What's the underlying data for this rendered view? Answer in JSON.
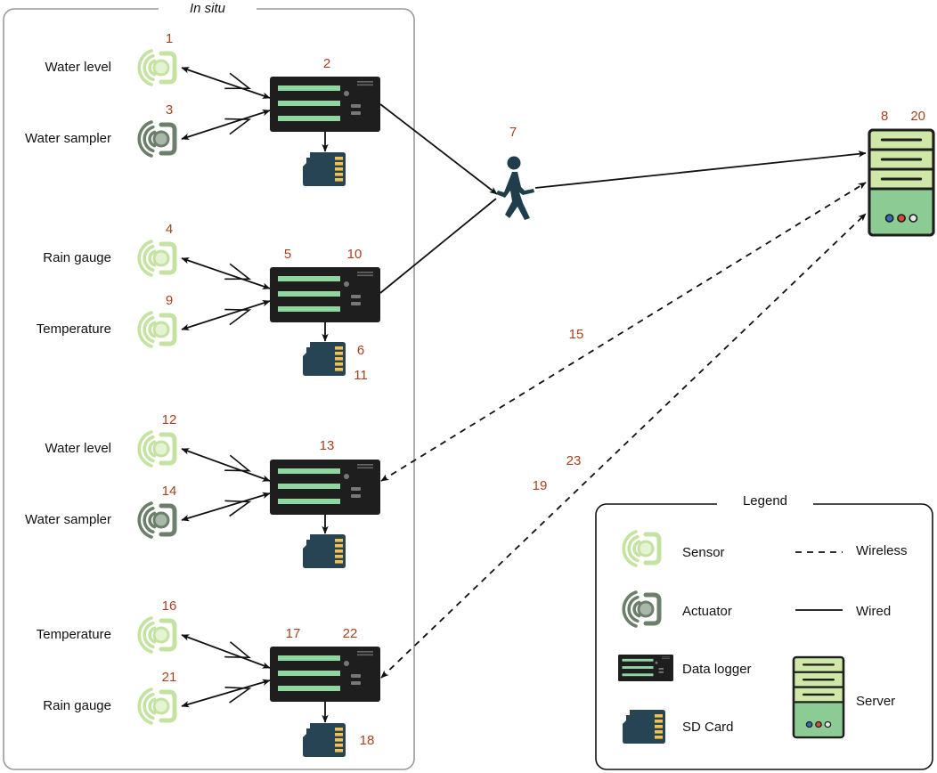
{
  "panel_title": "In situ",
  "colors": {
    "sensor": "#c4e3a0",
    "sensor_core": "#e4f3d2",
    "actuator": "#6b7f6b",
    "actuator_core": "#a9b8a8",
    "logger_body": "#1e1e1e",
    "logger_bar": "#8fd6a0",
    "sd_card": "#264454",
    "sd_pins": "#f2c14e",
    "server_body": "#cfe8a8",
    "server_base": "#8ccc94",
    "person": "#1f3d4a",
    "number": "#a8421e",
    "line": "#111111"
  },
  "groups": [
    {
      "devices": [
        {
          "label": "Water level",
          "number": "1",
          "kind": "sensor"
        },
        {
          "label": "Water sampler",
          "number": "3",
          "kind": "actuator"
        }
      ],
      "logger_numbers": "2"
    },
    {
      "devices": [
        {
          "label": "Rain gauge",
          "number": "4",
          "kind": "sensor"
        },
        {
          "label": "Temperature",
          "number": "9",
          "kind": "sensor"
        }
      ],
      "logger_numbers": "5 10",
      "sd_numbers": [
        "6",
        "11"
      ]
    },
    {
      "devices": [
        {
          "label": "Water level",
          "number": "12",
          "kind": "sensor"
        },
        {
          "label": "Water sampler",
          "number": "14",
          "kind": "actuator"
        }
      ],
      "logger_numbers": "13"
    },
    {
      "devices": [
        {
          "label": "Temperature",
          "number": "16",
          "kind": "sensor"
        },
        {
          "label": "Rain gauge",
          "number": "21",
          "kind": "sensor"
        }
      ],
      "logger_numbers": "17 22",
      "sd_numbers": [
        "18"
      ]
    }
  ],
  "person_number": "7",
  "server_numbers": "8 20",
  "link_numbers": [
    "15",
    "19",
    "23"
  ],
  "legend": {
    "title": "Legend",
    "sensor": "Sensor",
    "actuator": "Actuator",
    "data_logger": "Data logger",
    "sd_card": "SD Card",
    "wireless": "Wireless",
    "wired": "Wired",
    "server": "Server"
  }
}
